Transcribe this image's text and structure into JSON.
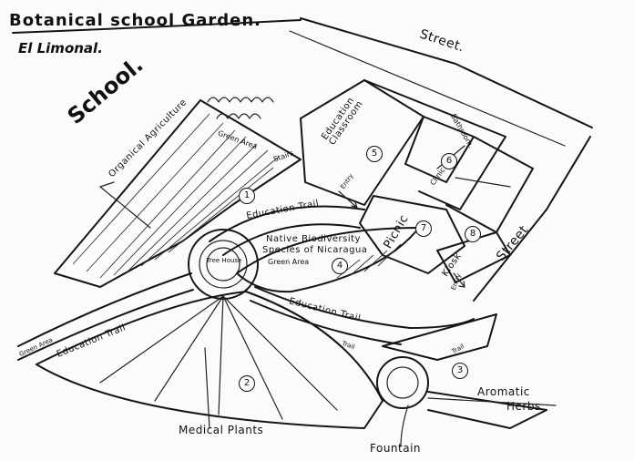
{
  "title": "Botanical school Garden.",
  "location": "El Limonal.",
  "labels": {
    "school": "School.",
    "street_top": "Street.",
    "street_right": "Street",
    "organic_agriculture": "Organical Agriculture",
    "green_area_top": "Green Area",
    "stairs": "Stairs",
    "education_classroom": "Education Classroom",
    "bathroom": "Bathroom.",
    "clinic": "Clinic",
    "picnic": "Picnic",
    "kiosk": "Kiosk",
    "entry_left": "Entry",
    "entry_right": "Entry",
    "education_trail_upper": "Education Trail",
    "native_biodiversity": "Native Biodiversity",
    "species": "Species of Nicaragua",
    "green_area_center": "Green Area",
    "tree_house": "Tree House",
    "education_trail_left": "Education Trail",
    "green_area_left": "Green Area",
    "education_trail_lower": "Education Trail",
    "trail_lower": "Trail",
    "trail_right": "Trail",
    "aromatic": "Aromatic",
    "herbs": "Herbs",
    "medical_plants": "Medical Plants",
    "fountain": "Fountain"
  },
  "numbers": {
    "n1": "1",
    "n2": "2",
    "n3": "3",
    "n4": "4",
    "n5": "5",
    "n6": "6",
    "n7": "7",
    "n8": "8"
  }
}
